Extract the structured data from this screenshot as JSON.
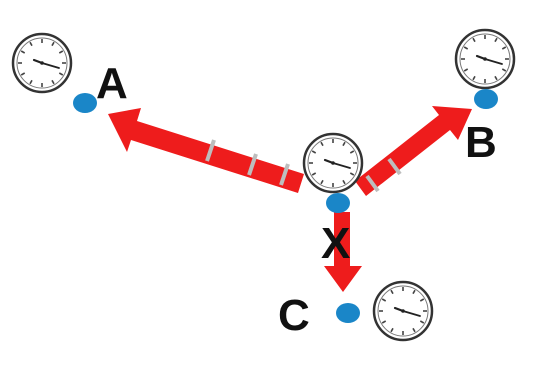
{
  "colors": {
    "background": "#ffffff",
    "arrow": "#ee1c1c",
    "arrow_gap": "#bdbdbd",
    "node": "#1a86c8",
    "clock_face": "#ffffff",
    "clock_stroke": "#333333",
    "label": "#111111"
  },
  "nodes": [
    {
      "id": "A",
      "label": "A",
      "icon": "clock-icon"
    },
    {
      "id": "B",
      "label": "B",
      "icon": "clock-icon"
    },
    {
      "id": "X",
      "label": "X",
      "icon": "clock-icon"
    },
    {
      "id": "C",
      "label": "C",
      "icon": "clock-icon"
    }
  ],
  "edges": [
    {
      "from": "X",
      "to": "A",
      "style": "dashed-arrow"
    },
    {
      "from": "X",
      "to": "B",
      "style": "dashed-arrow"
    },
    {
      "from": "X",
      "to": "C",
      "style": "solid-arrow"
    }
  ]
}
